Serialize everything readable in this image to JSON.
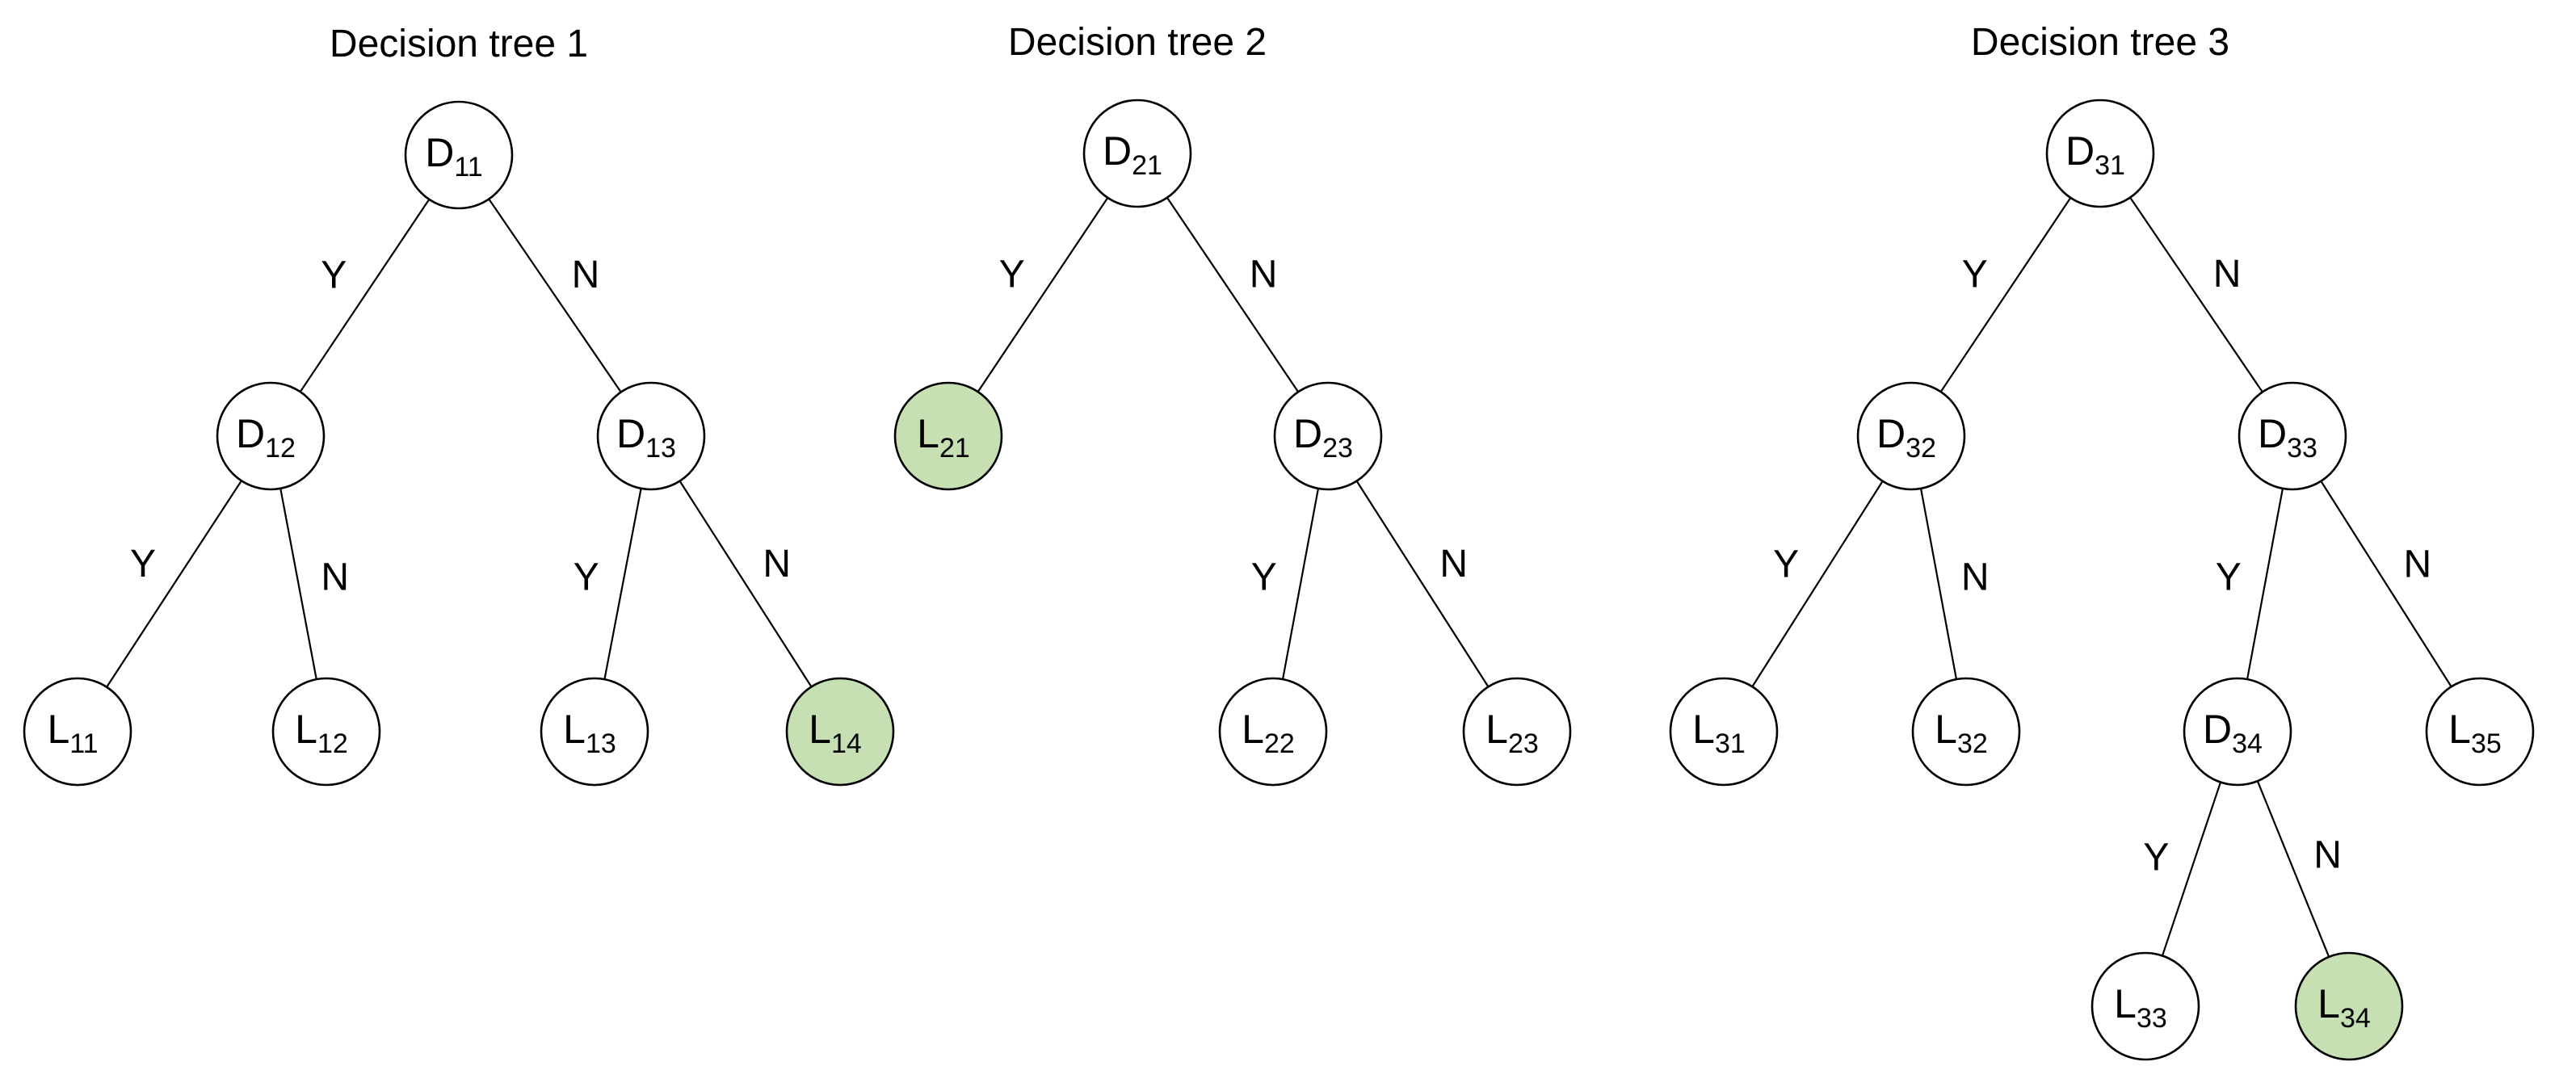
{
  "colors": {
    "node_fill": "#ffffff",
    "highlight_fill": "#c6e0b4",
    "stroke": "#000000"
  },
  "trees": [
    {
      "title": "Decision tree 1",
      "nodes": [
        {
          "id": "D11",
          "letter": "D",
          "sub": "11",
          "highlight": false
        },
        {
          "id": "D12",
          "letter": "D",
          "sub": "12",
          "highlight": false
        },
        {
          "id": "D13",
          "letter": "D",
          "sub": "13",
          "highlight": false
        },
        {
          "id": "L11",
          "letter": "L",
          "sub": "11",
          "highlight": false
        },
        {
          "id": "L12",
          "letter": "L",
          "sub": "12",
          "highlight": false
        },
        {
          "id": "L13",
          "letter": "L",
          "sub": "13",
          "highlight": false
        },
        {
          "id": "L14",
          "letter": "L",
          "sub": "14",
          "highlight": true
        }
      ],
      "edges": [
        {
          "from": "D11",
          "to": "D12",
          "label": "Y"
        },
        {
          "from": "D11",
          "to": "D13",
          "label": "N"
        },
        {
          "from": "D12",
          "to": "L11",
          "label": "Y"
        },
        {
          "from": "D12",
          "to": "L12",
          "label": "N"
        },
        {
          "from": "D13",
          "to": "L13",
          "label": "Y"
        },
        {
          "from": "D13",
          "to": "L14",
          "label": "N"
        }
      ]
    },
    {
      "title": "Decision tree 2",
      "nodes": [
        {
          "id": "D21",
          "letter": "D",
          "sub": "21",
          "highlight": false
        },
        {
          "id": "L21",
          "letter": "L",
          "sub": "21",
          "highlight": true
        },
        {
          "id": "D23",
          "letter": "D",
          "sub": "23",
          "highlight": false
        },
        {
          "id": "L22",
          "letter": "L",
          "sub": "22",
          "highlight": false
        },
        {
          "id": "L23",
          "letter": "L",
          "sub": "23",
          "highlight": false
        }
      ],
      "edges": [
        {
          "from": "D21",
          "to": "L21",
          "label": "Y"
        },
        {
          "from": "D21",
          "to": "D23",
          "label": "N"
        },
        {
          "from": "D23",
          "to": "L22",
          "label": "Y"
        },
        {
          "from": "D23",
          "to": "L23",
          "label": "N"
        }
      ]
    },
    {
      "title": "Decision tree 3",
      "nodes": [
        {
          "id": "D31",
          "letter": "D",
          "sub": "31",
          "highlight": false
        },
        {
          "id": "D32",
          "letter": "D",
          "sub": "32",
          "highlight": false
        },
        {
          "id": "D33",
          "letter": "D",
          "sub": "33",
          "highlight": false
        },
        {
          "id": "L31",
          "letter": "L",
          "sub": "31",
          "highlight": false
        },
        {
          "id": "L32",
          "letter": "L",
          "sub": "32",
          "highlight": false
        },
        {
          "id": "D34",
          "letter": "D",
          "sub": "34",
          "highlight": false
        },
        {
          "id": "L35",
          "letter": "L",
          "sub": "35",
          "highlight": false
        },
        {
          "id": "L33",
          "letter": "L",
          "sub": "33",
          "highlight": false
        },
        {
          "id": "L34",
          "letter": "L",
          "sub": "34",
          "highlight": true
        }
      ],
      "edges": [
        {
          "from": "D31",
          "to": "D32",
          "label": "Y"
        },
        {
          "from": "D31",
          "to": "D33",
          "label": "N"
        },
        {
          "from": "D32",
          "to": "L31",
          "label": "Y"
        },
        {
          "from": "D32",
          "to": "L32",
          "label": "N"
        },
        {
          "from": "D33",
          "to": "D34",
          "label": "Y"
        },
        {
          "from": "D33",
          "to": "L35",
          "label": "N"
        },
        {
          "from": "D34",
          "to": "L33",
          "label": "Y"
        },
        {
          "from": "D34",
          "to": "L34",
          "label": "N"
        }
      ]
    }
  ]
}
